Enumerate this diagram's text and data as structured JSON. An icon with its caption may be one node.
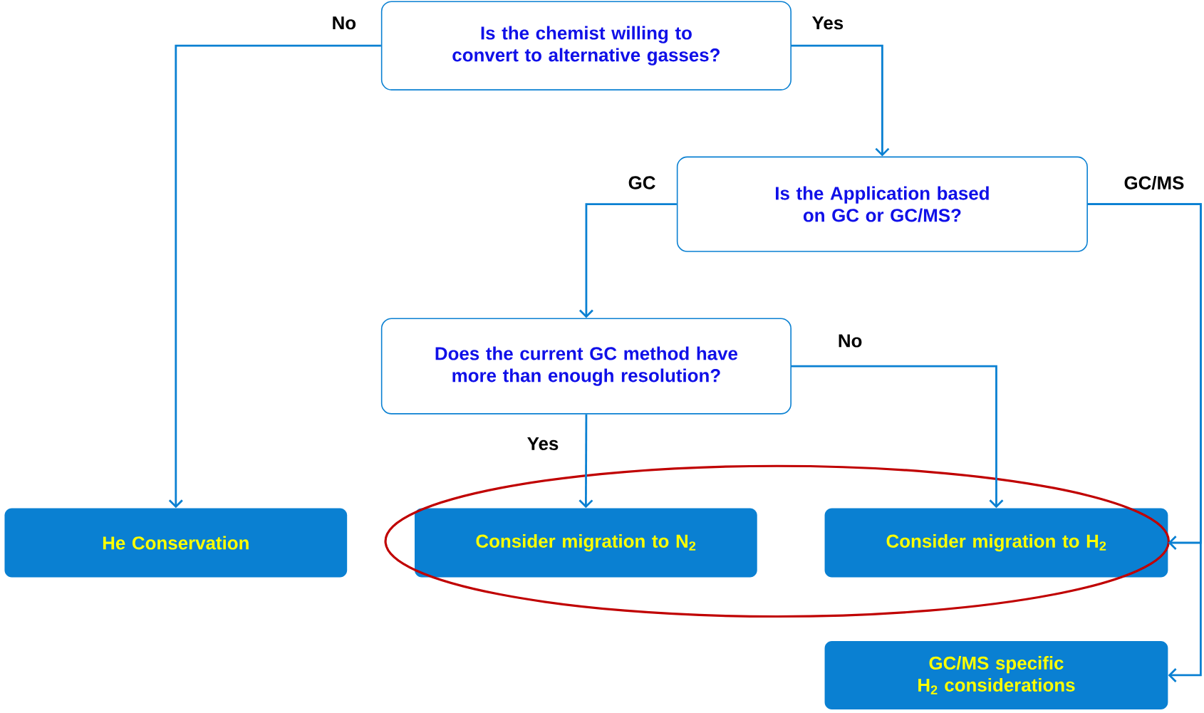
{
  "diagram": {
    "nodes": [
      {
        "text": [
          "Is the chemist willing to convert to alternative gasses?"
        ]
      },
      {
        "text": [
          "Is the Application based on GC or GC/MS?"
        ]
      },
      {
        "text": [
          "Does the current GC method have more than enough resolution?"
        ]
      },
      {
        "text": [
          "He Conservation"
        ]
      },
      {
        "text": [
          "Consider migration to N$_{2}$"
        ]
      },
      {
        "text": [
          "Consider migration to H$_{2}$"
        ]
      },
      {
        "text": [
          "GC/MS specific H$_{2}$ considerations"
        ]
      }
    ],
    "edges": [
      {
        "from": 0,
        "to": 3,
        "arrow": "to",
        "label": "No"
      },
      {
        "from": 0,
        "to": 1,
        "arrow": "to",
        "label": "Yes"
      },
      {
        "from": 1,
        "to": 2,
        "arrow": "to",
        "label": "GC"
      },
      {
        "from": 1,
        "to": 5,
        "arrow": "to",
        "label": "GC/MS"
      },
      {
        "from": 1,
        "to": 6,
        "arrow": "to"
      },
      {
        "from": 2,
        "to": 4,
        "arrow": "to",
        "label": "Yes"
      },
      {
        "from": 2,
        "to": 5,
        "arrow": "to",
        "label": "No"
      }
    ]
  }
}
